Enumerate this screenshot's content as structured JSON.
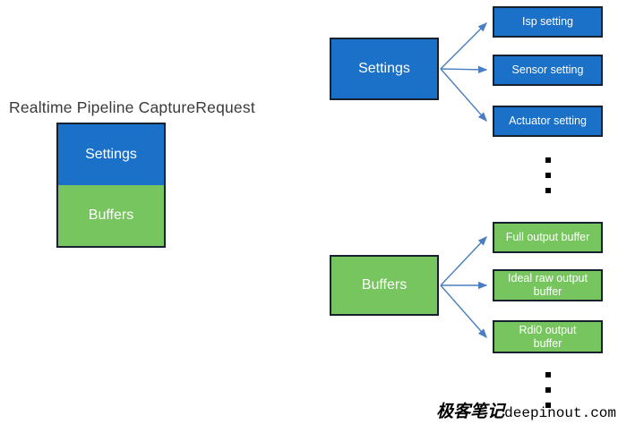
{
  "title": "Realtime Pipeline CaptureRequest",
  "colors": {
    "blue": "#1b70c8",
    "green": "#77c55f",
    "border": "#16202e",
    "arrow": "#4a7ec0",
    "title_text": "#3a3a3a",
    "box_text": "#ffffff",
    "dots": "#000000"
  },
  "left_stack": {
    "settings_label": "Settings",
    "buffers_label": "Buffers"
  },
  "settings_group": {
    "parent_label": "Settings",
    "children": [
      {
        "label": "Isp setting"
      },
      {
        "label": "Sensor setting"
      },
      {
        "label": "Actuator setting"
      }
    ]
  },
  "buffers_group": {
    "parent_label": "Buffers",
    "children": [
      {
        "label": "Full output buffer"
      },
      {
        "label": "Ideal raw output\nbuffer"
      },
      {
        "label": "Rdi0 output\nbuffer"
      }
    ]
  },
  "watermark": {
    "cn": "极客笔记",
    "en": "deepinout.com"
  }
}
